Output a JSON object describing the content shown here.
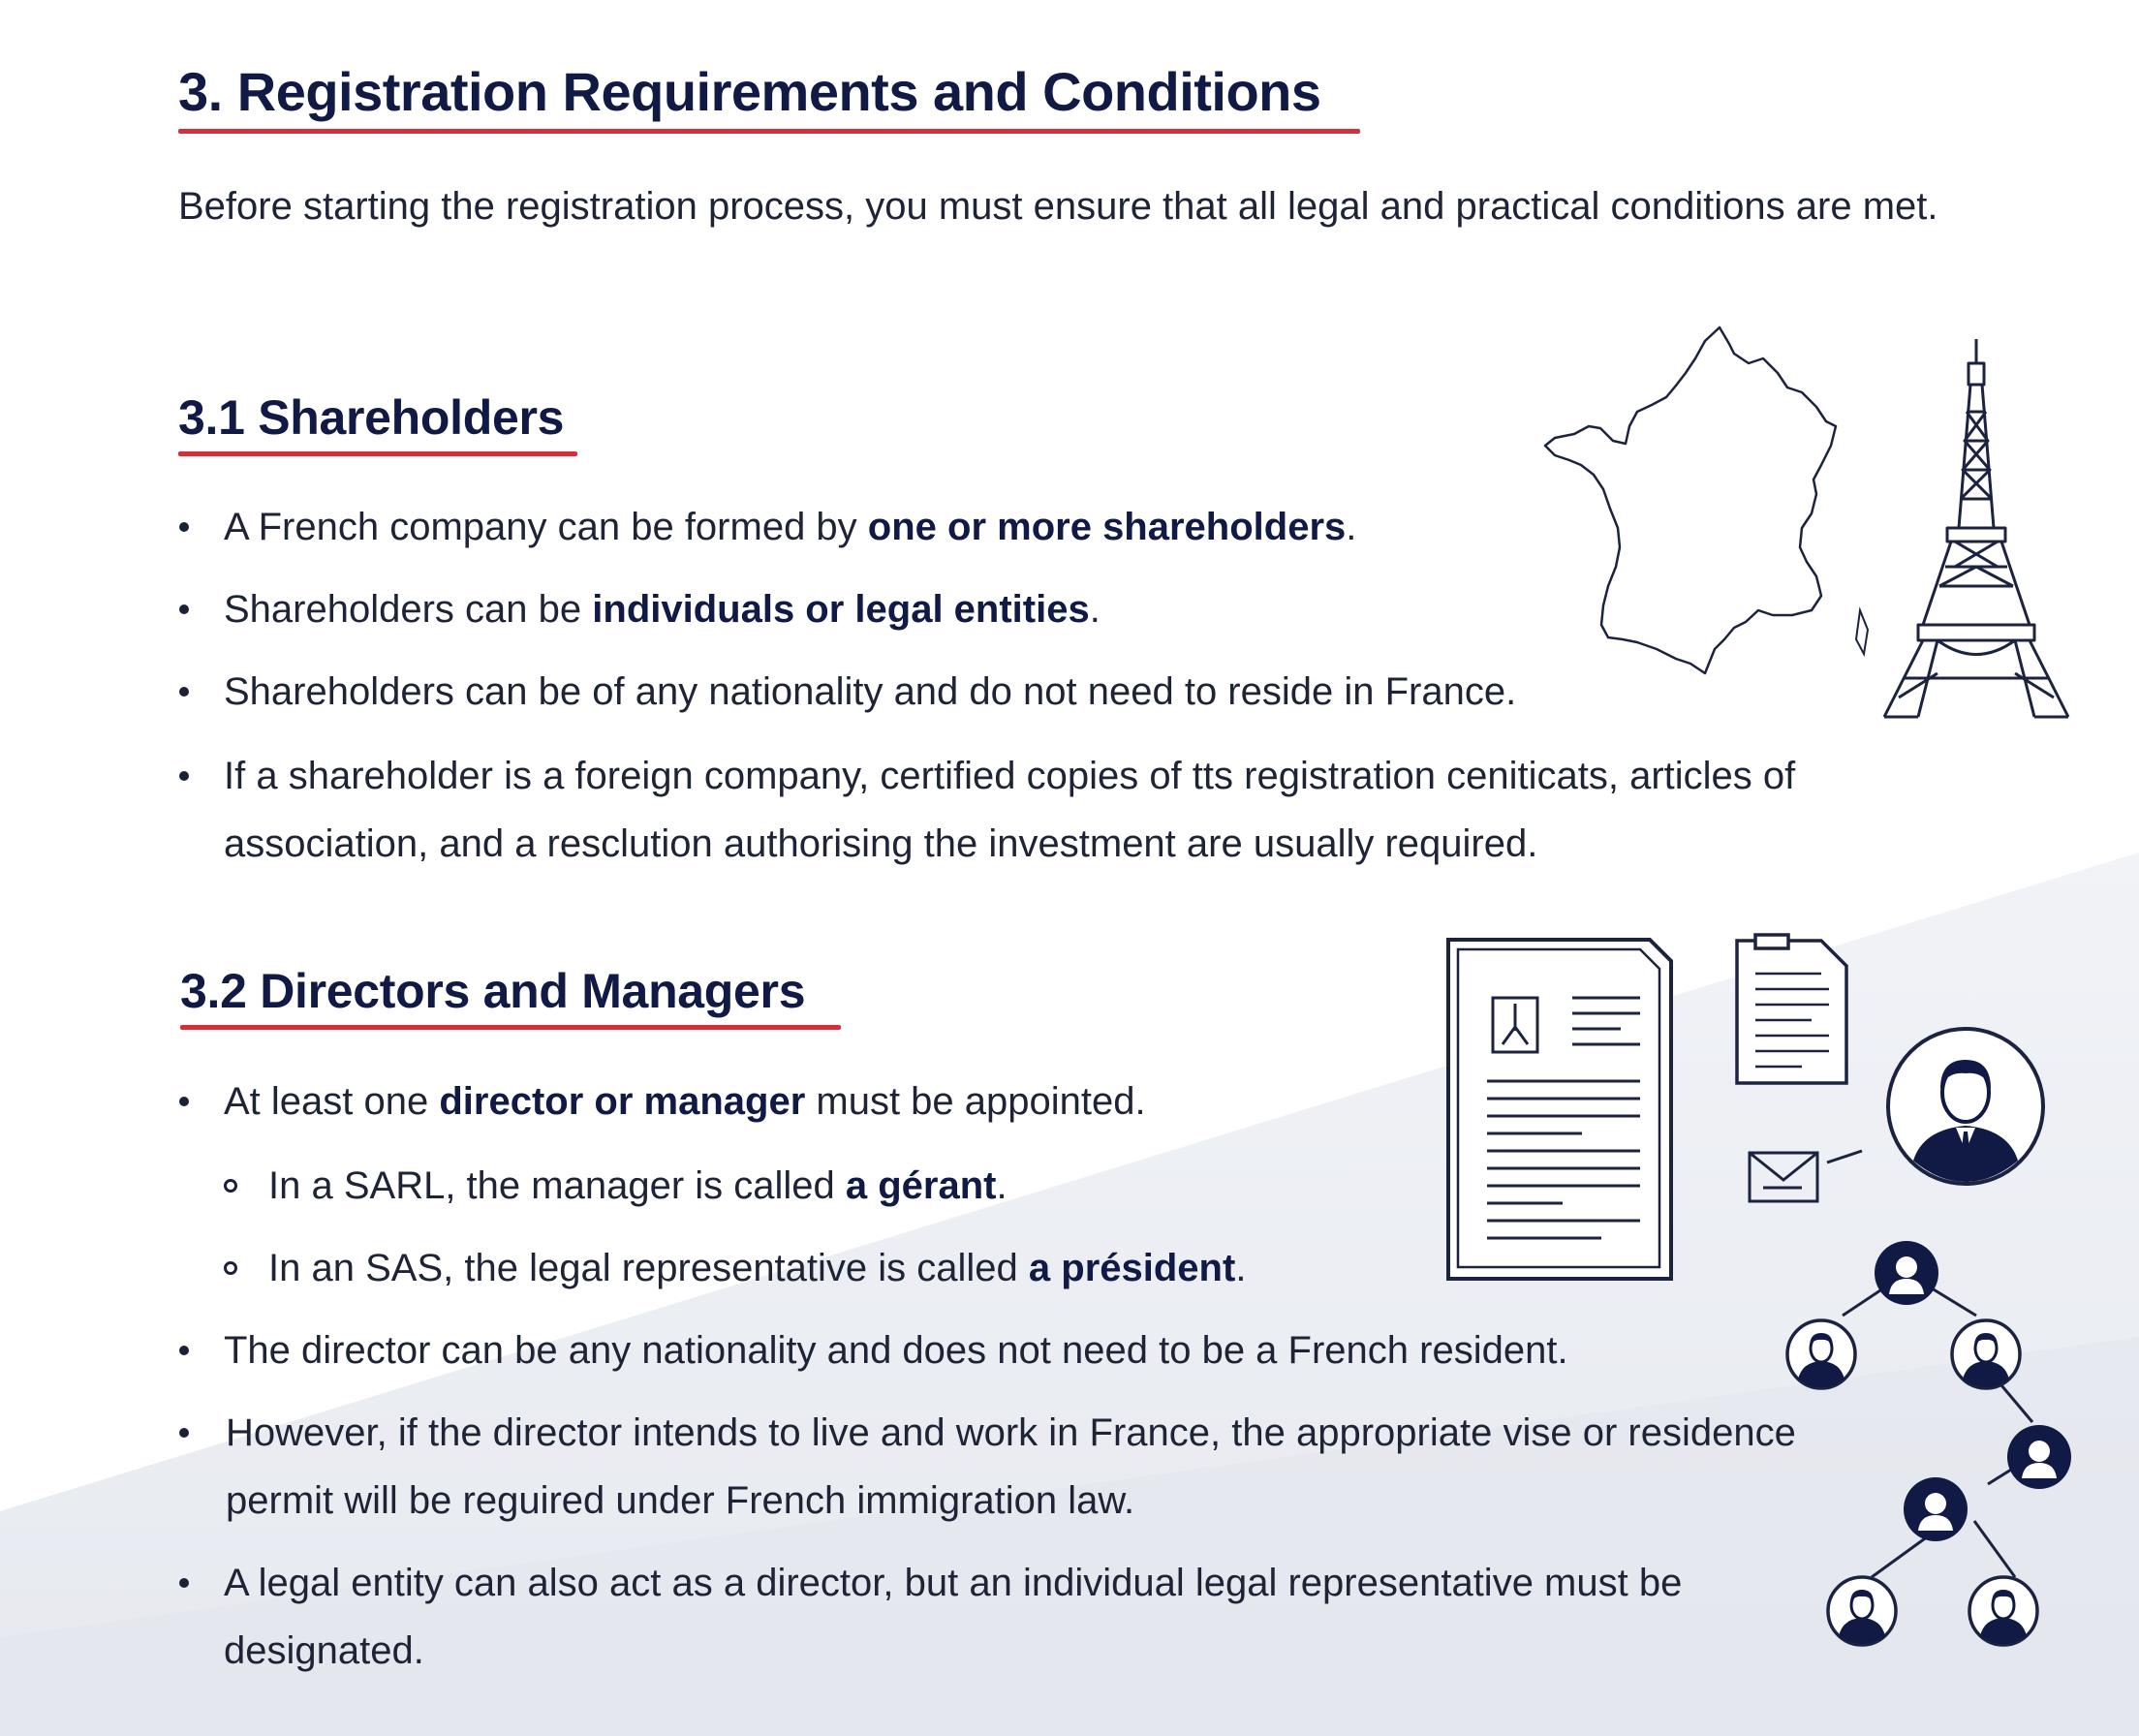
{
  "heading": "3. Registration Requirements and Conditions",
  "intro": "Before starting the registration process, you must ensure that all legal and practical conditions are met.",
  "section1": {
    "title": "3.1 Shareholders",
    "bullets": [
      {
        "pre": "A French company can be formed by ",
        "bold": "one or more shareholders",
        "post": "."
      },
      {
        "pre": "Shareholders can be ",
        "bold": "individuals or legal entities",
        "post": "."
      },
      {
        "pre": "Shareholders can be of any nationality and do not need to reside in France.",
        "bold": "",
        "post": ""
      },
      {
        "line1": "If a shareholder is a foreign company, certified copies of tts registration ceniticats, articles of",
        "line2": "association, and a resclution authorising the investment are usually required."
      }
    ]
  },
  "section2": {
    "title": "3.2 Directors and Managers",
    "b1": {
      "pre": "At least one ",
      "bold": "director or manager",
      "post": " must be appointed."
    },
    "sub1": {
      "pre": "In a SARL, the manager is called ",
      "bold": "a gérant",
      "post": "."
    },
    "sub2": {
      "pre": "In an SAS, the legal representative is called ",
      "bold": "a président",
      "post": "."
    },
    "b2": "The director can be any nationality and does not need to be a French resident.",
    "b3": {
      "line1": "However, if the director intends to live and work in France, the appropriate vise or residence",
      "line2": "permit will be reguired under French immigration law."
    },
    "b4": {
      "line1": "A legal entity can also act as a director, but an individual legal representative must be",
      "line2": "designated."
    }
  },
  "icons": [
    "france-map-icon",
    "eiffel-tower-icon",
    "document-icon",
    "clipboard-icon",
    "person-icon",
    "envelope-icon",
    "org-chart-icon"
  ]
}
